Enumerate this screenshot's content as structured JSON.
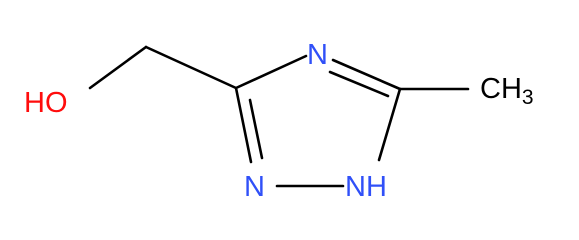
{
  "atoms": {
    "hydroxyl": "HO",
    "n_top": "N",
    "n_left": "N",
    "nh_label": "NH",
    "methyl_c": "CH",
    "methyl_sub": "3"
  },
  "colors": {
    "bond": "#000000",
    "oxygen": "#ff0d0d",
    "nitrogen": "#3050f8",
    "carbon": "#000000"
  }
}
